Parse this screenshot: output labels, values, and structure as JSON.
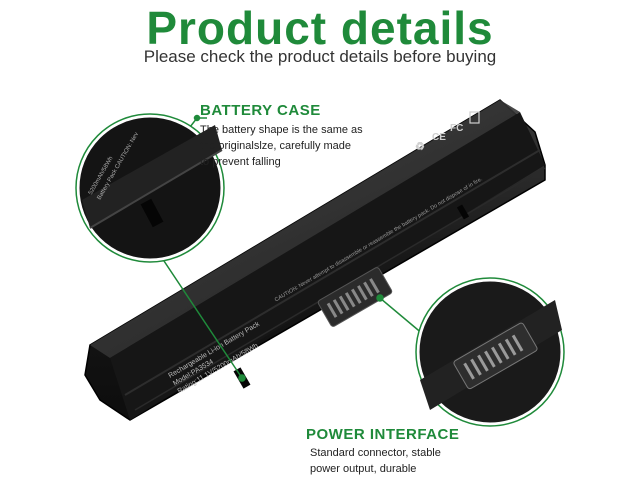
{
  "header": {
    "title": "Product details",
    "subtitle": "Please check the product details before buying"
  },
  "callouts": {
    "battery_case": {
      "heading": "BATTERY CASE",
      "description": "The battery shape is the same as\n the originalslze, carefully made\n to prevent falling"
    },
    "power_interface": {
      "heading": "POWER INTERFACE",
      "description": "Standard connector, stable\npower output, durable"
    }
  },
  "battery_label": {
    "line1": "Rechargeable Li-ion Battery Pack",
    "line2": "Model:PA3534",
    "line3": "Rating:11.1V/5200mAh/58Wh",
    "caution": "CAUTION: Never attempt to disassemble or reassemble the battery pack. Do not dispose of in fire.",
    "zoom_text1": "Battery Pack  CAUTION: Nev",
    "zoom_text2": "5200mAh/58Wh"
  },
  "colors": {
    "accent": "#1f8a3a",
    "battery_body": "#1a1a1a"
  }
}
